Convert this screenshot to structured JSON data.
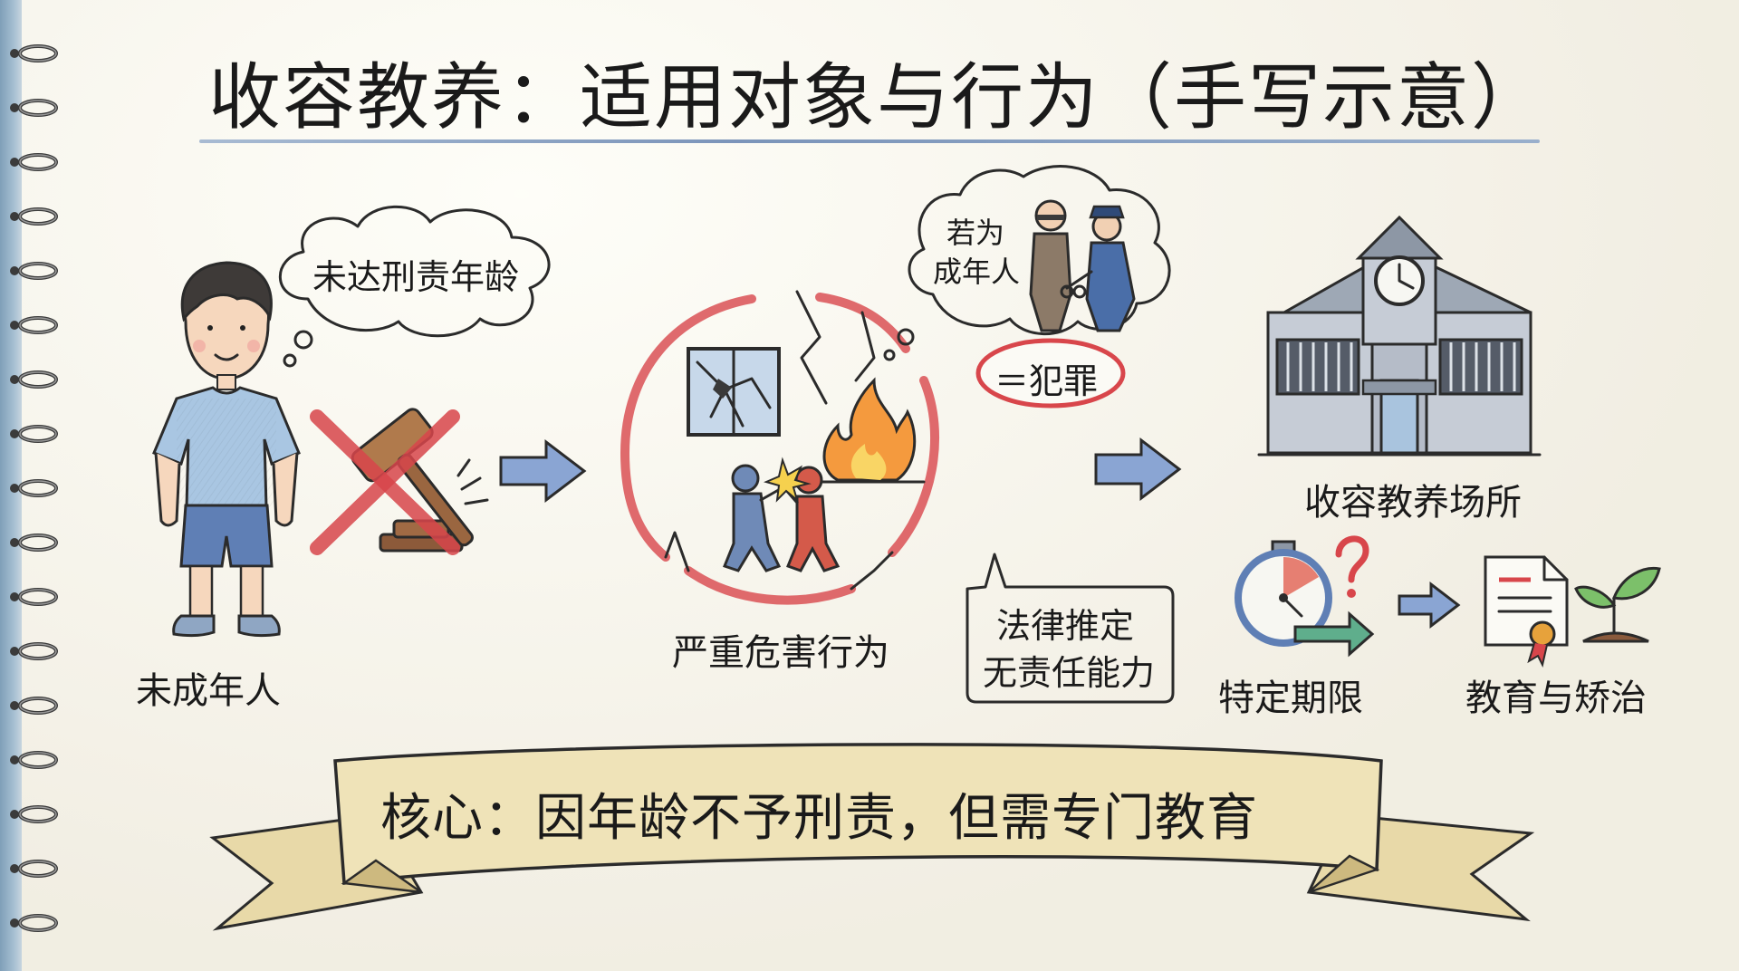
{
  "title": "收容教养：适用对象与行为（手写示意）",
  "nodes": {
    "minor": {
      "label": "未成年人"
    },
    "age_thought": {
      "text": "未达刑责年龄"
    },
    "serious_harm": {
      "label": "严重危害行为"
    },
    "adult_thought": {
      "line1": "若为",
      "line2": "成年人",
      "crime": "＝犯罪"
    },
    "presumption": {
      "line1": "法律推定",
      "line2": "无责任能力"
    },
    "facility": {
      "label": "收容教养场所"
    },
    "term": {
      "label": "特定期限"
    },
    "education": {
      "label": "教育与矫治"
    }
  },
  "banner": {
    "text": "核心：因年龄不予刑责，但需专门教育"
  },
  "colors": {
    "accent_red": "#d8464b",
    "arrow_blue": "#7a96c8",
    "title_rule": "#6d89b3",
    "banner_fill": "#efe3b8"
  },
  "icons": [
    "ring-binding-icon",
    "boy-icon",
    "crossed-gavel-icon",
    "broken-window-icon",
    "fire-icon",
    "fighting-people-icon",
    "police-arrest-icon",
    "school-building-icon",
    "clock-icon",
    "stopwatch-icon",
    "question-mark-icon",
    "certificate-icon",
    "sprout-icon",
    "flow-arrow-icon"
  ]
}
